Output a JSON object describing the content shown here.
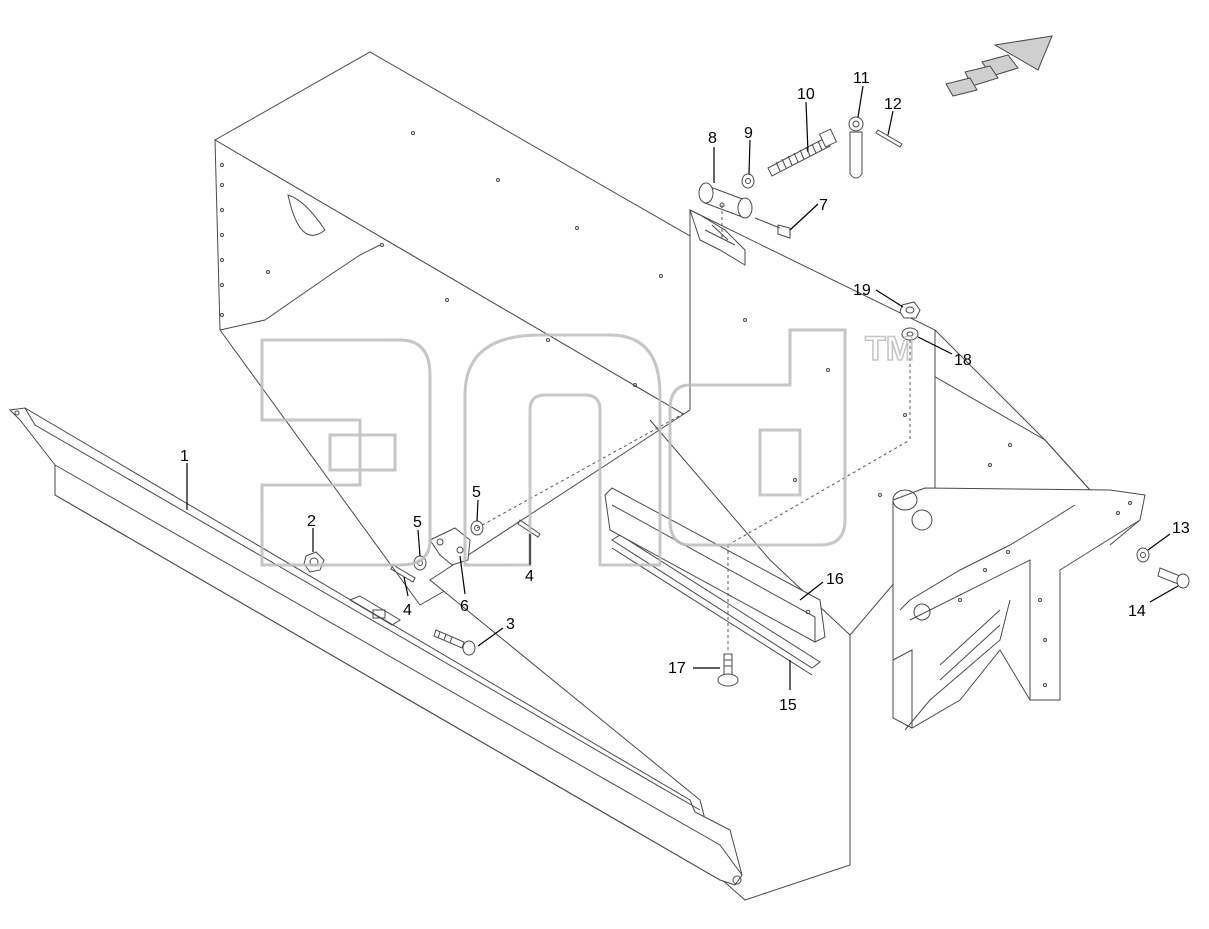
{
  "watermark": {
    "tm": "TM"
  },
  "callouts": {
    "c1": "1",
    "c2": "2",
    "c3": "3",
    "c4a": "4",
    "c4b": "4",
    "c5a": "5",
    "c5b": "5",
    "c6": "6",
    "c7": "7",
    "c8": "8",
    "c9": "9",
    "c10": "10",
    "c11": "11",
    "c12": "12",
    "c13": "13",
    "c14": "14",
    "c15": "15",
    "c16": "16",
    "c17": "17",
    "c18": "18",
    "c19": "19"
  },
  "icons": {
    "direction": "travel-direction-arrow-icon"
  },
  "colors": {
    "line": "#4a4a4a",
    "watermark": "#bdbdbd"
  }
}
